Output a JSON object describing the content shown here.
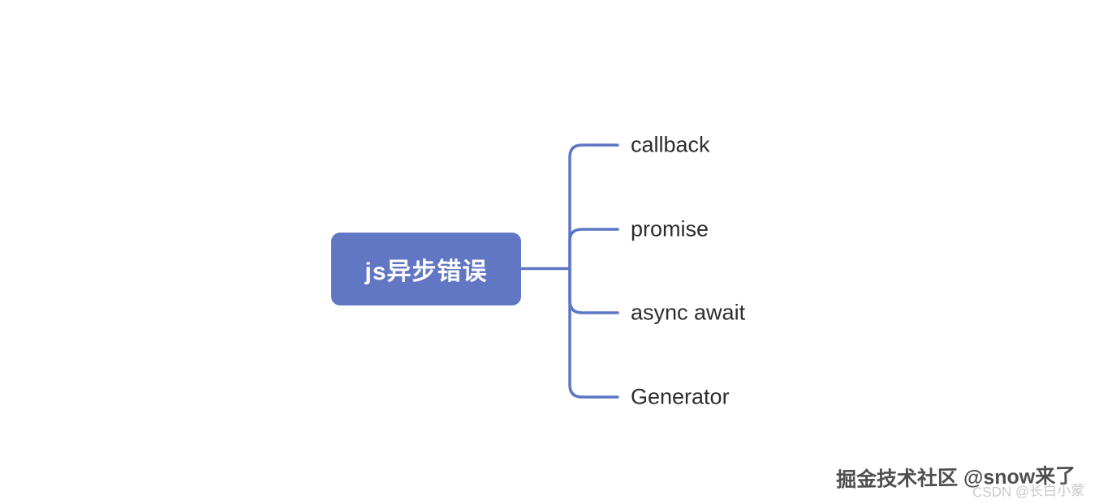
{
  "colors": {
    "node_fill": "#6277c3",
    "line": "#5c76c5",
    "branch_text": "#2d2d2d",
    "root_text": "#ffffff",
    "watermark_primary": "#4f4f4f",
    "watermark_secondary": "#c9c9c9",
    "background": "#ffffff"
  },
  "diagram": {
    "type": "mindmap",
    "root": {
      "label": "js异步错误"
    },
    "branches": [
      {
        "label": "callback"
      },
      {
        "label": "promise"
      },
      {
        "label": "async await"
      },
      {
        "label": "Generator"
      }
    ]
  },
  "watermark": {
    "primary": "掘金技术社区 @snow来了",
    "secondary": "CSDN @长白小蒙"
  }
}
